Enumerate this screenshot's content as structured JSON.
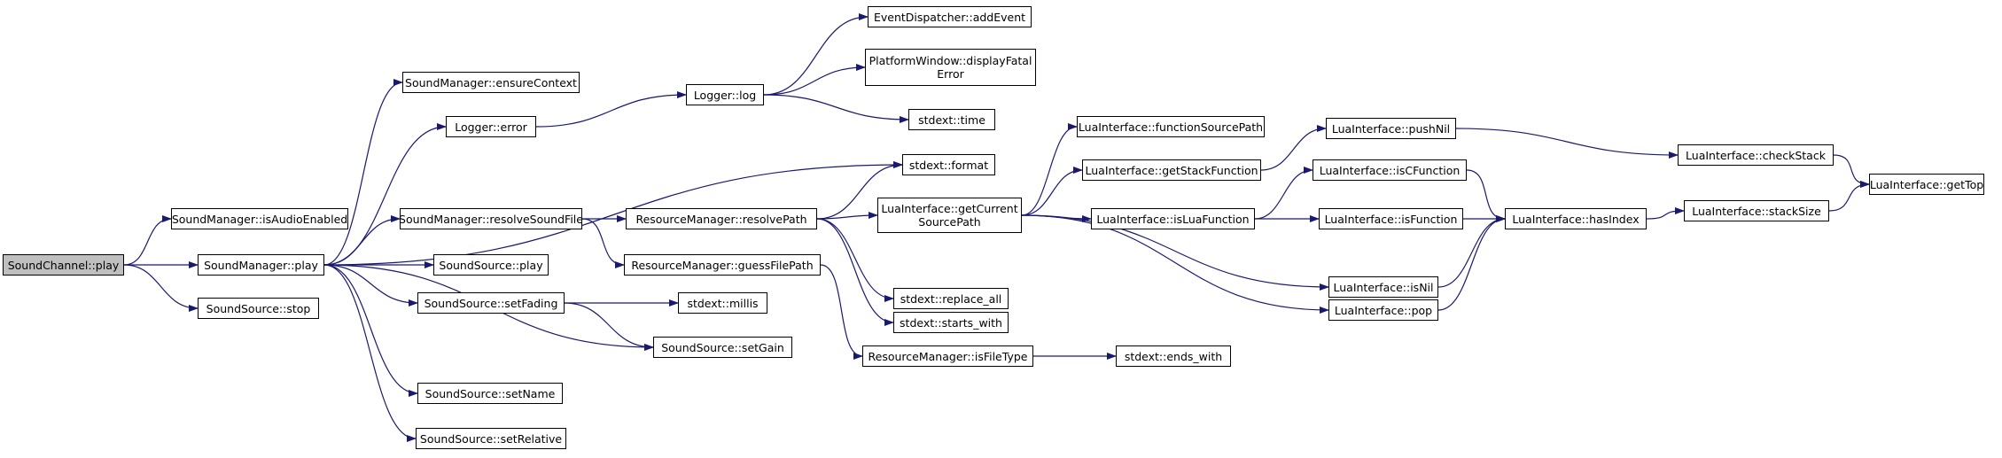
{
  "graph": {
    "edge_color": "#191970",
    "current_node_color": "#bfbfbf",
    "nodes": [
      {
        "id": "n1",
        "label": "SoundChannel::play",
        "current": true
      },
      {
        "id": "n2",
        "label": "SoundManager::isAudioEnabled"
      },
      {
        "id": "n3",
        "label": "SoundManager::play"
      },
      {
        "id": "n4",
        "label": "SoundSource::stop"
      },
      {
        "id": "n5",
        "label": "SoundManager::ensureContext"
      },
      {
        "id": "n6",
        "label": "Logger::error"
      },
      {
        "id": "n7",
        "label": "SoundManager::resolveSoundFile"
      },
      {
        "id": "n8",
        "label": "SoundSource::play"
      },
      {
        "id": "n9",
        "label": "SoundSource::setFading"
      },
      {
        "id": "n10",
        "label": "SoundSource::setGain"
      },
      {
        "id": "n11",
        "label": "SoundSource::setName"
      },
      {
        "id": "n12",
        "label": "SoundSource::setRelative"
      },
      {
        "id": "n13",
        "label": "Logger::log"
      },
      {
        "id": "n14",
        "label": "stdext::format"
      },
      {
        "id": "n15",
        "label": "ResourceManager::resolvePath"
      },
      {
        "id": "n16",
        "label": "ResourceManager::guessFilePath"
      },
      {
        "id": "n17",
        "label": "stdext::millis"
      },
      {
        "id": "n18",
        "label": "EventDispatcher::addEvent"
      },
      {
        "id": "n19",
        "label": "PlatformWindow::displayFatal\nError"
      },
      {
        "id": "n20",
        "label": "stdext::time"
      },
      {
        "id": "n21",
        "label": "LuaInterface::getCurrent\nSourcePath"
      },
      {
        "id": "n22",
        "label": "stdext::replace_all"
      },
      {
        "id": "n23",
        "label": "stdext::starts_with"
      },
      {
        "id": "n24",
        "label": "ResourceManager::isFileType"
      },
      {
        "id": "n25",
        "label": "LuaInterface::functionSourcePath"
      },
      {
        "id": "n26",
        "label": "LuaInterface::getStackFunction"
      },
      {
        "id": "n27",
        "label": "LuaInterface::isLuaFunction"
      },
      {
        "id": "n28",
        "label": "LuaInterface::isNil"
      },
      {
        "id": "n29",
        "label": "LuaInterface::pop"
      },
      {
        "id": "n30",
        "label": "stdext::ends_with"
      },
      {
        "id": "n31",
        "label": "LuaInterface::pushNil"
      },
      {
        "id": "n32",
        "label": "LuaInterface::isCFunction"
      },
      {
        "id": "n33",
        "label": "LuaInterface::isFunction"
      },
      {
        "id": "n34",
        "label": "LuaInterface::hasIndex"
      },
      {
        "id": "n35",
        "label": "LuaInterface::checkStack"
      },
      {
        "id": "n36",
        "label": "LuaInterface::stackSize"
      },
      {
        "id": "n37",
        "label": "LuaInterface::getTop"
      }
    ],
    "edges": [
      [
        "n1",
        "n2"
      ],
      [
        "n1",
        "n3"
      ],
      [
        "n1",
        "n4"
      ],
      [
        "n3",
        "n5"
      ],
      [
        "n3",
        "n6"
      ],
      [
        "n3",
        "n14"
      ],
      [
        "n3",
        "n7"
      ],
      [
        "n3",
        "n8"
      ],
      [
        "n3",
        "n9"
      ],
      [
        "n3",
        "n10"
      ],
      [
        "n3",
        "n11"
      ],
      [
        "n3",
        "n12"
      ],
      [
        "n6",
        "n13"
      ],
      [
        "n13",
        "n18"
      ],
      [
        "n13",
        "n19"
      ],
      [
        "n13",
        "n20"
      ],
      [
        "n7",
        "n15"
      ],
      [
        "n7",
        "n16"
      ],
      [
        "n15",
        "n14"
      ],
      [
        "n15",
        "n21"
      ],
      [
        "n15",
        "n22"
      ],
      [
        "n15",
        "n23"
      ],
      [
        "n16",
        "n24"
      ],
      [
        "n9",
        "n17"
      ],
      [
        "n9",
        "n10"
      ],
      [
        "n21",
        "n25"
      ],
      [
        "n21",
        "n26"
      ],
      [
        "n21",
        "n27"
      ],
      [
        "n21",
        "n28"
      ],
      [
        "n21",
        "n29"
      ],
      [
        "n24",
        "n30"
      ],
      [
        "n26",
        "n31"
      ],
      [
        "n27",
        "n32"
      ],
      [
        "n27",
        "n33"
      ],
      [
        "n31",
        "n35"
      ],
      [
        "n32",
        "n34"
      ],
      [
        "n33",
        "n34"
      ],
      [
        "n28",
        "n34"
      ],
      [
        "n29",
        "n34"
      ],
      [
        "n34",
        "n36"
      ],
      [
        "n35",
        "n37"
      ],
      [
        "n36",
        "n37"
      ]
    ]
  }
}
